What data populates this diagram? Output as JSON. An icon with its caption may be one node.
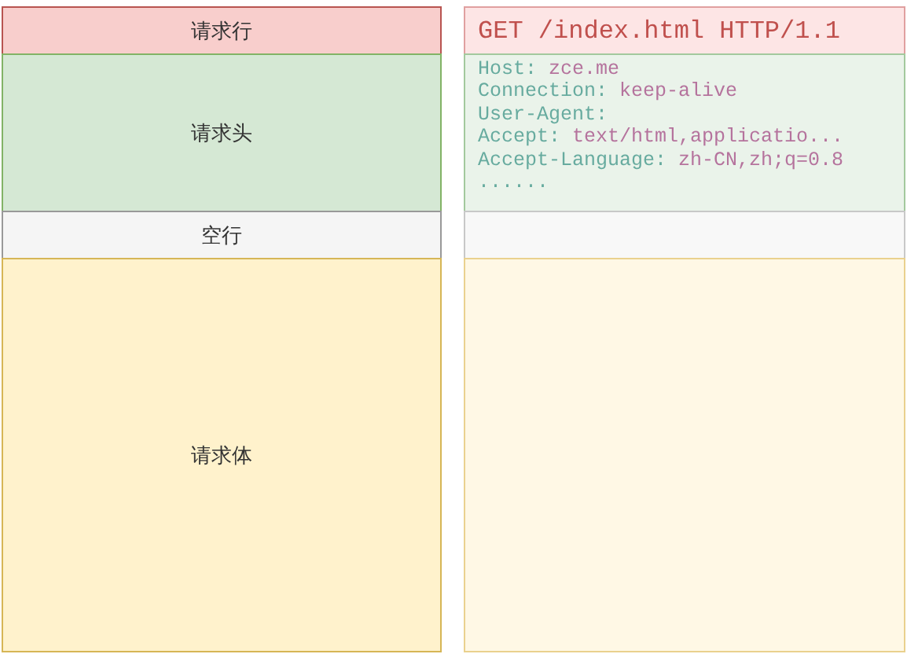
{
  "diagram": {
    "nodes": [
      {
        "text": [
          "请求行"
        ]
      },
      {
        "text": [
          "GET /index.html HTTP/1.1"
        ]
      },
      {
        "text": [
          "请求头"
        ]
      },
      {
        "text": [
          "Host: zce.me",
          "Connection: keep-alive",
          "User-Agent:",
          "Accept: text/html,applicatio...",
          "Accept-Language: zh-CN,zh;q=0.8",
          "......"
        ]
      },
      {
        "text": [
          "空行"
        ]
      },
      {
        "text": [],
        "shape": "box"
      },
      {
        "text": [
          "请求体"
        ]
      },
      {
        "text": [],
        "shape": "box"
      }
    ],
    "edges": []
  }
}
